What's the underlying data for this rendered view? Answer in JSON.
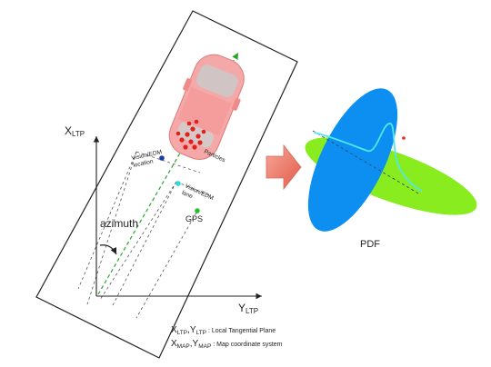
{
  "axes": {
    "x_main": "X",
    "x_sub": "LTP",
    "y_main": "Y",
    "y_sub": "LTP"
  },
  "labels": {
    "azimuth": "azimuth",
    "particles": "Particles",
    "vision_location_line1": "Vision/EDM",
    "vision_location_line2": "location",
    "vision_lane_line1": "Vision/EDM",
    "vision_lane_line2": "lane",
    "gps": "GPS",
    "pdf": "PDF"
  },
  "legend": {
    "line1_x": "X",
    "line1_x_sub": "LTP",
    "line1_sep": ",Y",
    "line1_y_sub": "LTP",
    "line1_text": " : Local Tangential Plane",
    "line2_x": "X",
    "line2_x_sub": "MAP",
    "line2_sep": ",Y",
    "line2_y_sub": "MAP",
    "line2_text": " : Map coordinate system"
  },
  "colors": {
    "car_body": "#f08a8a",
    "particles": "#e0201e",
    "vision_location_dot": "#1a3ea8",
    "vision_lane_dot": "#2ed6e6",
    "gps_dot": "#22c02a",
    "heading_arrow": "#2aa52a",
    "arrow_fill": "#f07868",
    "pdf_blue": "#0c8ff0",
    "pdf_green": "#88ec1e",
    "pdf_curve": "#50e8f0",
    "pdf_outlier": "#e03020"
  }
}
